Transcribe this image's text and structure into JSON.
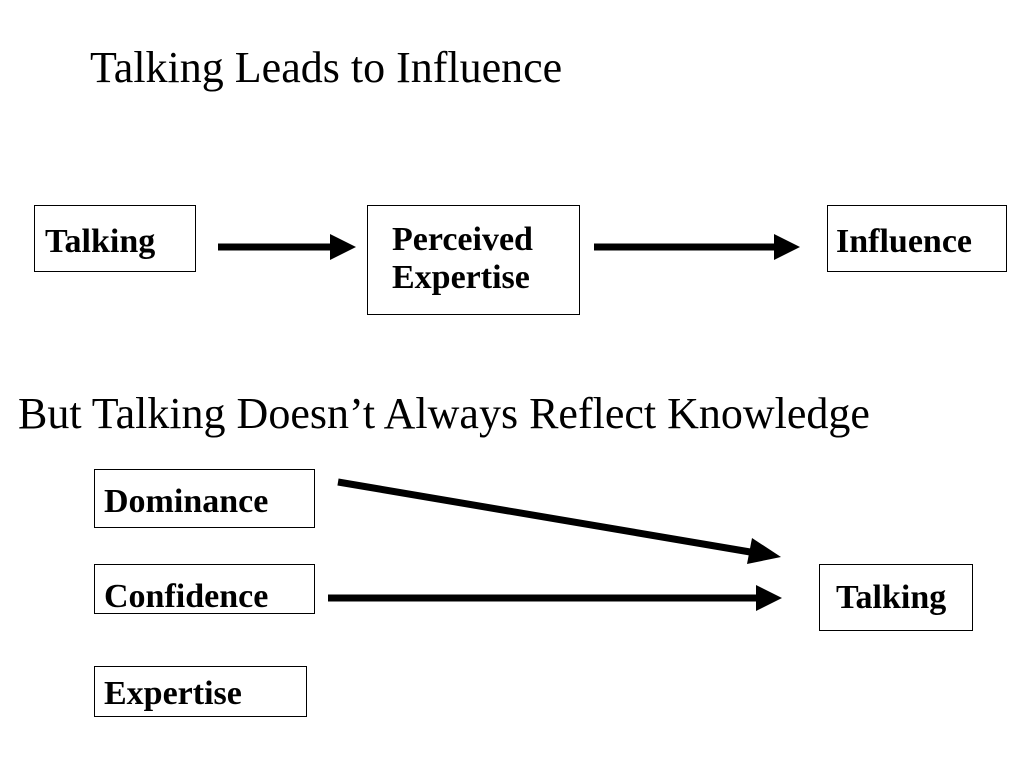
{
  "section1": {
    "title": "Talking Leads to Influence",
    "boxes": {
      "talking": "Talking",
      "perceived_line1": "Perceived",
      "perceived_line2": "Expertise",
      "influence": "Influence"
    }
  },
  "section2": {
    "title": "But Talking Doesn’t Always Reflect Knowledge",
    "boxes": {
      "dominance": "Dominance",
      "confidence": "Confidence",
      "expertise": "Expertise",
      "talking": "Talking"
    }
  }
}
